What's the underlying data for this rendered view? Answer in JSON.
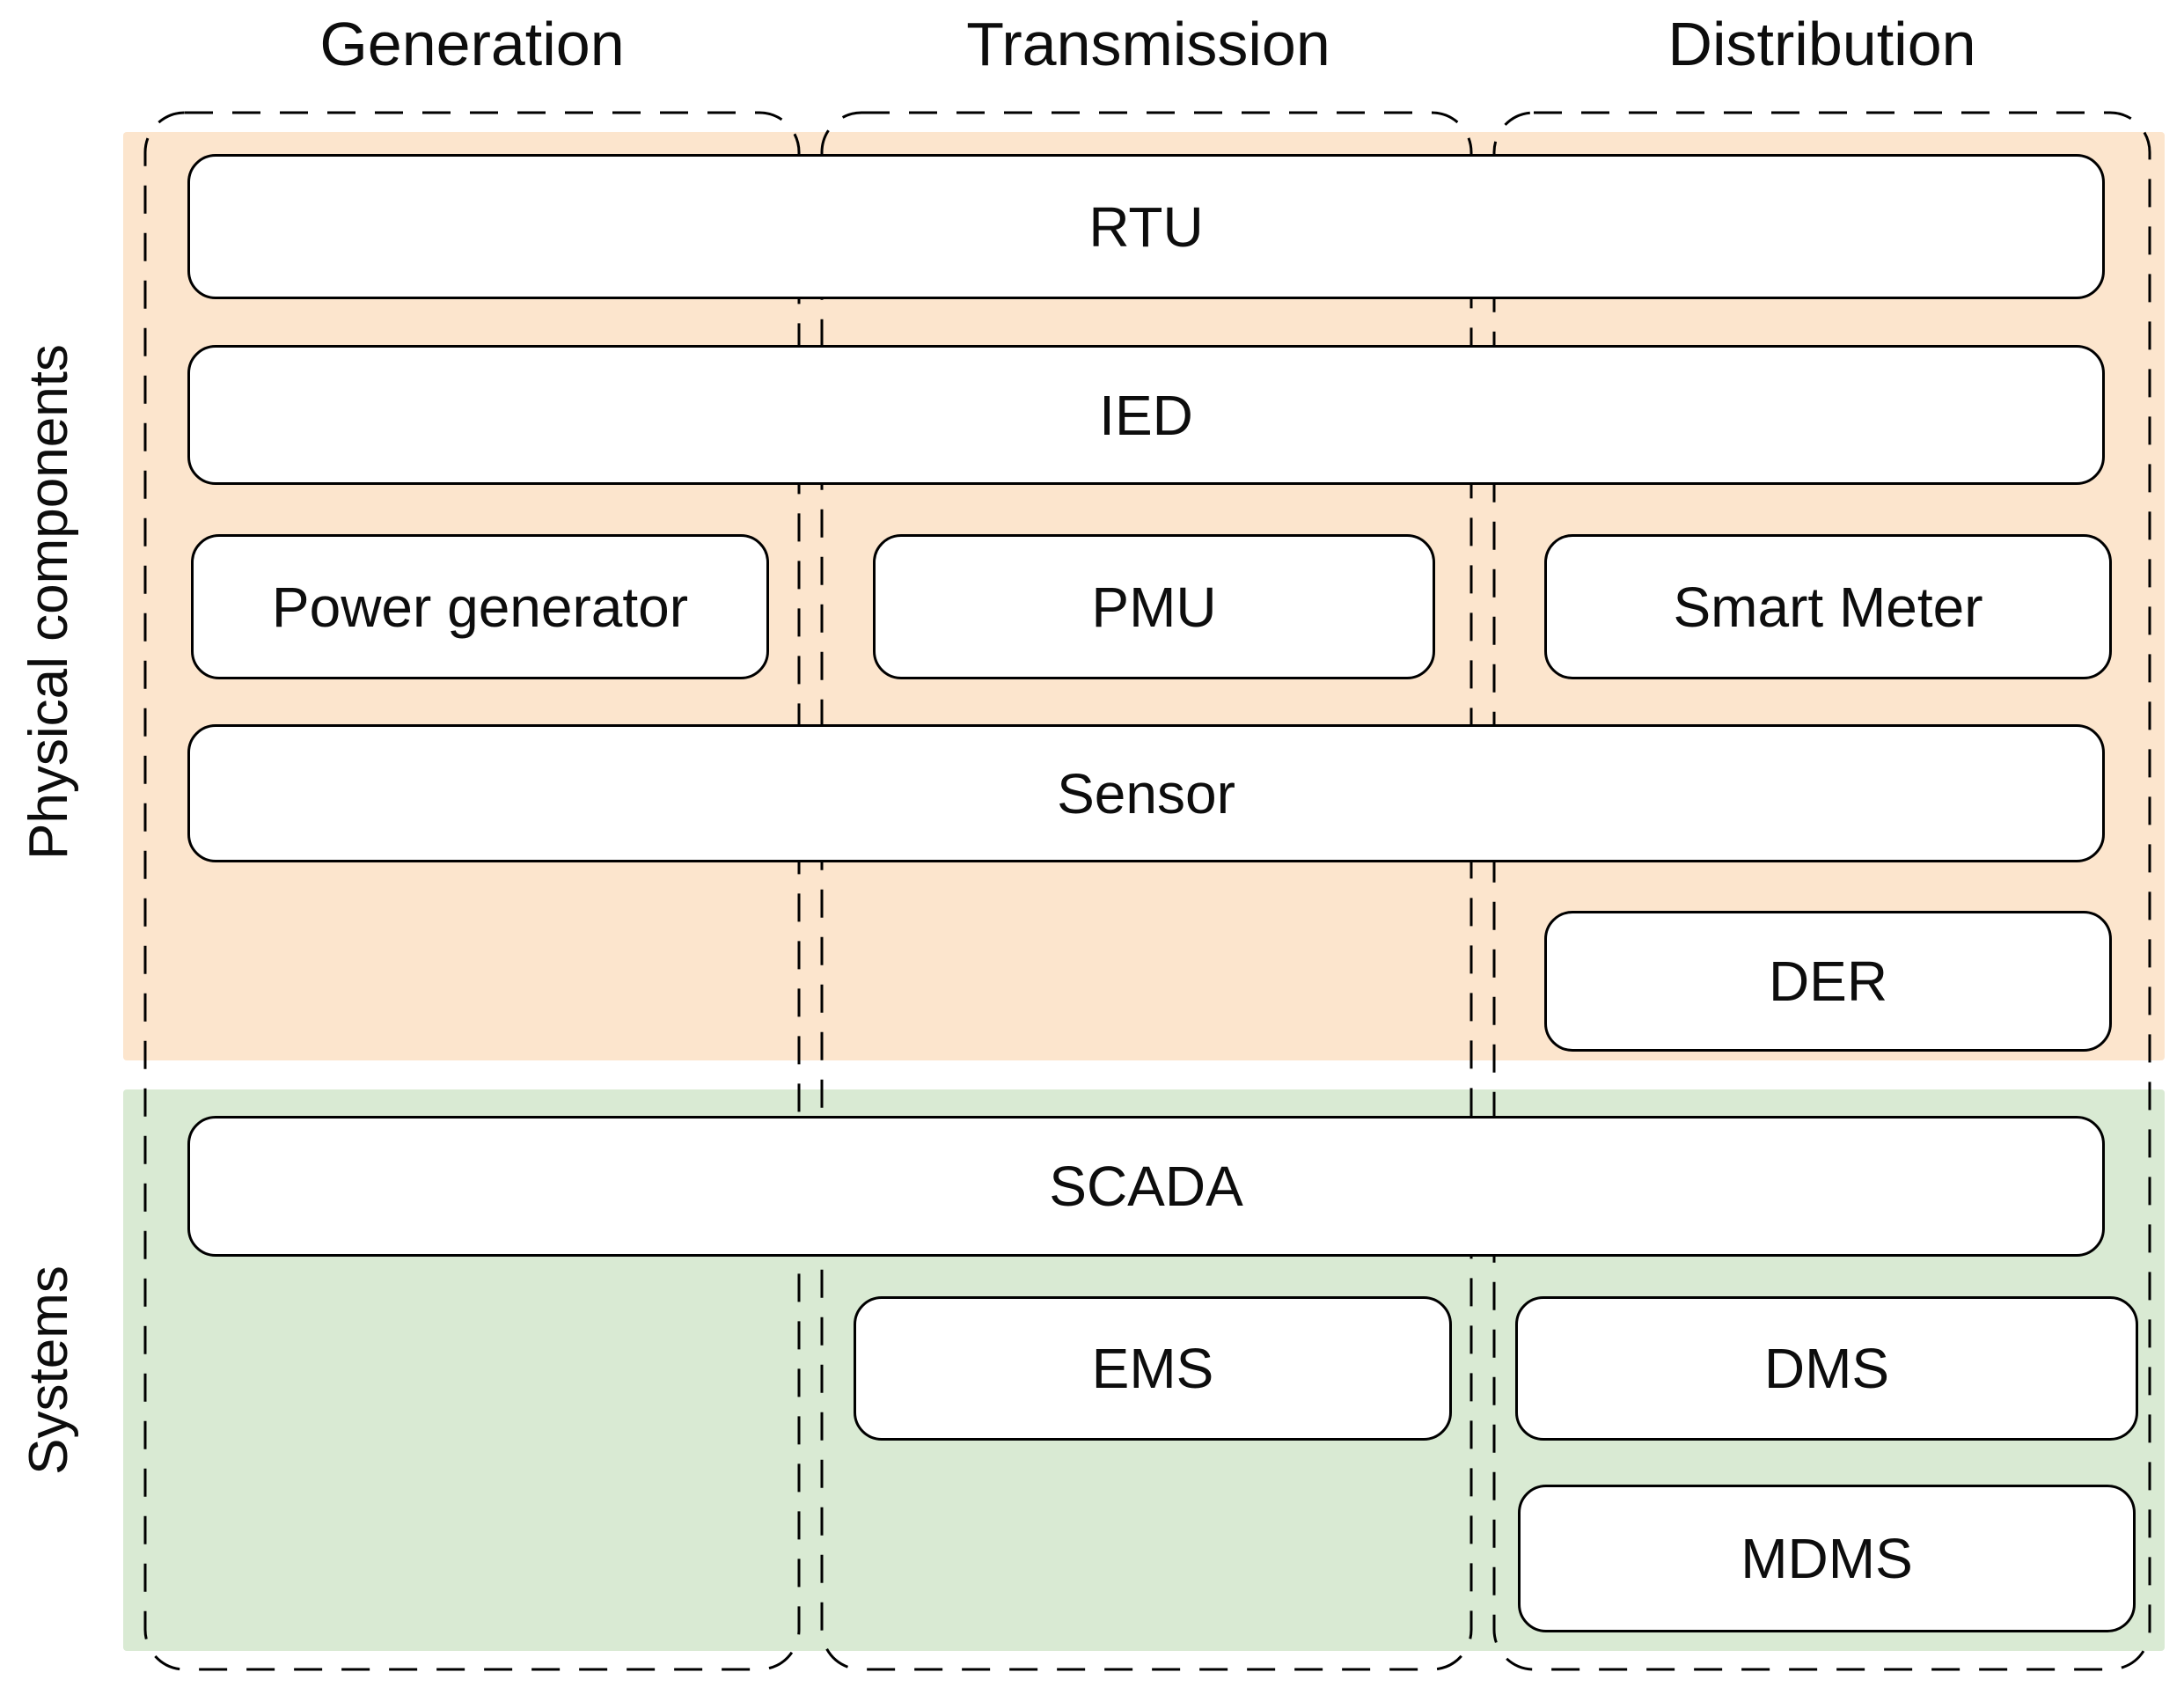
{
  "columns": [
    {
      "label": "Generation"
    },
    {
      "label": "Transmission"
    },
    {
      "label": "Distribution"
    }
  ],
  "bands": [
    {
      "id": "physical",
      "label": "Physical components",
      "color": "#fce5cd"
    },
    {
      "id": "systems",
      "label": "Systems",
      "color": "#d9ead3"
    }
  ],
  "nodes": [
    {
      "label": "RTU",
      "band": "Physical components",
      "span": "Generation-Transmission-Distribution"
    },
    {
      "label": "IED",
      "band": "Physical components",
      "span": "Generation-Transmission-Distribution"
    },
    {
      "label": "Power generator",
      "band": "Physical components",
      "span": "Generation"
    },
    {
      "label": "PMU",
      "band": "Physical components",
      "span": "Transmission"
    },
    {
      "label": "Smart Meter",
      "band": "Physical components",
      "span": "Distribution"
    },
    {
      "label": "Sensor",
      "band": "Physical components",
      "span": "Generation-Transmission-Distribution"
    },
    {
      "label": "DER",
      "band": "Physical components",
      "span": "Distribution"
    },
    {
      "label": "SCADA",
      "band": "Systems",
      "span": "Generation-Transmission-Distribution"
    },
    {
      "label": "EMS",
      "band": "Systems",
      "span": "Transmission"
    },
    {
      "label": "DMS",
      "band": "Systems",
      "span": "Distribution"
    },
    {
      "label": "MDMS",
      "band": "Systems",
      "span": "Distribution"
    }
  ],
  "style": {
    "node_fill": "#ffffff",
    "node_border": "#000000",
    "text_color": "#0d0d0d",
    "outline_stroke": "#000000",
    "outline_style": "dashed"
  }
}
